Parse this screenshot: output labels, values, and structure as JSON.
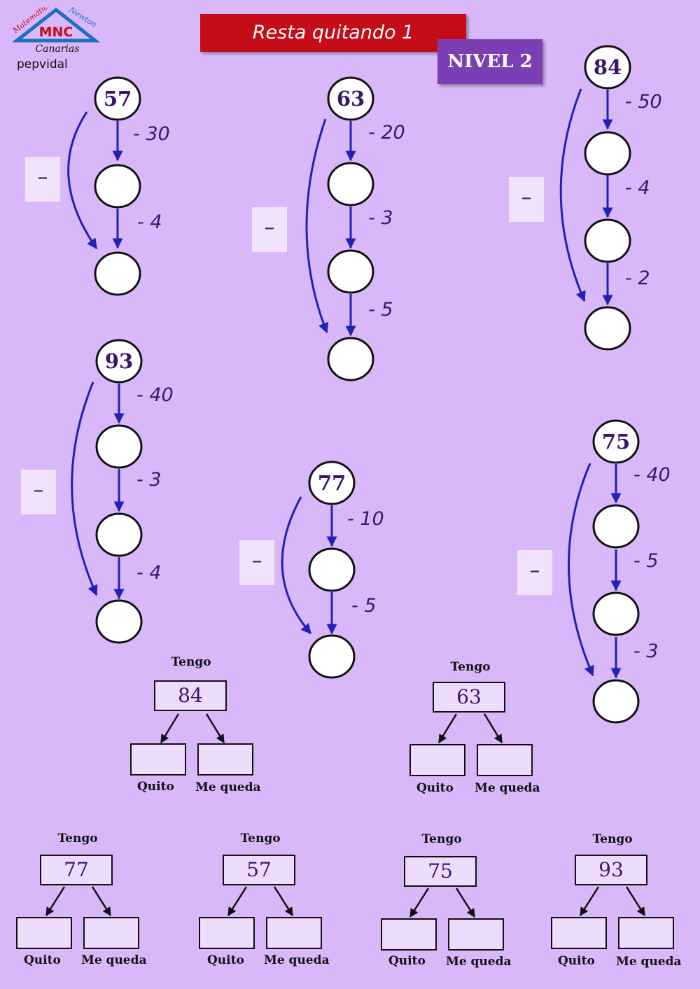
{
  "header": {
    "title": "Resta  quitando 1",
    "level": "NIVEL 2",
    "credit": "pepvidal",
    "logo": {
      "letters": "MNC",
      "arc_left": "Matemáticas",
      "arc_right": "Newton",
      "region": "Canarias"
    }
  },
  "diagrams": [
    {
      "start": "57",
      "sign": "–",
      "steps": [
        "- 30",
        "- 4"
      ]
    },
    {
      "start": "63",
      "sign": "–",
      "steps": [
        "- 20",
        "- 3",
        "- 5"
      ]
    },
    {
      "start": "84",
      "sign": "–",
      "steps": [
        "- 50",
        "- 4",
        "- 2"
      ]
    },
    {
      "start": "93",
      "sign": "–",
      "steps": [
        "- 40",
        "- 3",
        "- 4"
      ]
    },
    {
      "start": "77",
      "sign": "–",
      "steps": [
        "- 10",
        "- 5"
      ]
    },
    {
      "start": "75",
      "sign": "–",
      "steps": [
        "- 40",
        "- 5",
        "- 3"
      ]
    }
  ],
  "decompositions": [
    {
      "label": "Tengo",
      "value": "84",
      "left": "Quito",
      "right": "Me queda"
    },
    {
      "label": "Tengo",
      "value": "63",
      "left": "Quito",
      "right": "Me queda"
    },
    {
      "label": "Tengo",
      "value": "77",
      "left": "Quito",
      "right": "Me queda"
    },
    {
      "label": "Tengo",
      "value": "57",
      "left": "Quito",
      "right": "Me queda"
    },
    {
      "label": "Tengo",
      "value": "75",
      "left": "Quito",
      "right": "Me queda"
    },
    {
      "label": "Tengo",
      "value": "93",
      "left": "Quito",
      "right": "Me queda"
    }
  ],
  "colors": {
    "background": "#d9b8fa",
    "arrow": "#1f22b5",
    "title_bg": "#c40d17",
    "level_bg": "#7b3fb3",
    "number": "#3b1470",
    "box": "#eedcfc"
  }
}
